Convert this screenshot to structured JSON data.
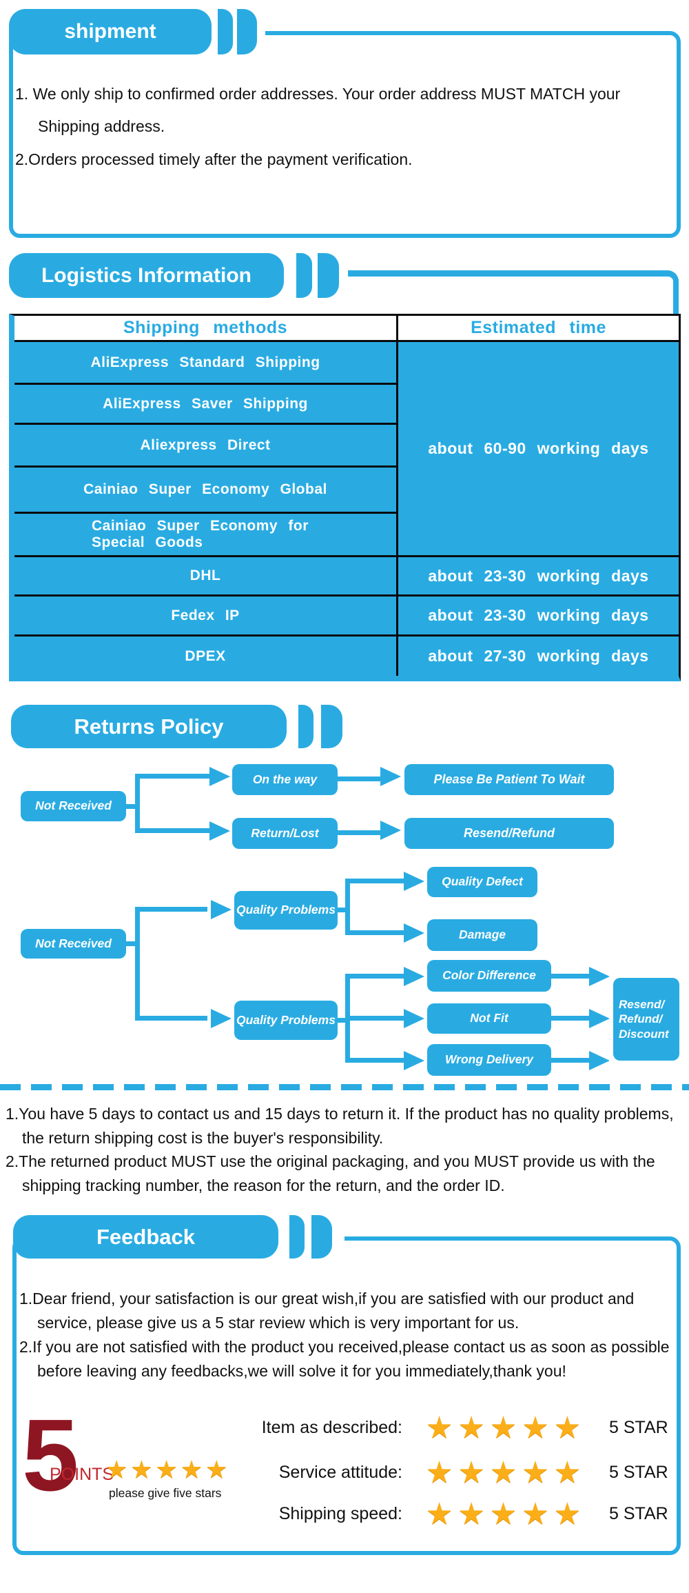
{
  "colors": {
    "primary_blue": "#29ABE2",
    "table_line_black": "#0A0A0A",
    "star_gold": "#FBAE17",
    "points_red": "#C1272D",
    "big_five_maroon": "#8E1622"
  },
  "shipment": {
    "title": "shipment",
    "items": [
      "1. We only ship to confirmed order addresses. Your order address MUST MATCH your Shipping address.",
      "2.Orders processed timely after the payment verification."
    ]
  },
  "logistics": {
    "title": "Logistics Information",
    "table": {
      "headers": [
        "Shipping methods",
        "Estimated time"
      ],
      "merged_group": {
        "methods": [
          "AliExpress Standard Shipping",
          "AliExpress Saver Shipping",
          "Aliexpress Direct",
          "Cainiao Super Economy Global",
          "Cainiao Super Economy for Special Goods"
        ],
        "time": "about 60-90 working days"
      },
      "rows": [
        {
          "method": "DHL",
          "time": "about 23-30 working days"
        },
        {
          "method": "Fedex IP",
          "time": "about 23-30 working days"
        },
        {
          "method": "DPEX",
          "time": "about 27-30 working days"
        }
      ]
    }
  },
  "returns": {
    "title": "Returns Policy",
    "flow1": {
      "start": "Not Received",
      "branch1": {
        "mid": "On the way",
        "end": "Please Be Patient To Wait"
      },
      "branch2": {
        "mid": "Return/Lost",
        "end": "Resend/Refund"
      }
    },
    "flow2": {
      "start": "Not Received",
      "top": {
        "mid": "Quality Problems",
        "end1": "Quality Defect",
        "end2": "Damage"
      },
      "bottom": {
        "mid": "Quality Problems",
        "end1": "Color Difference",
        "end2": "Not Fit",
        "end3": "Wrong Delivery",
        "final": "Resend/\nRefund/\nDiscount"
      }
    },
    "notes": [
      "1.You have 5 days to contact us and 15 days to return it. If the product has no quality problems, the return shipping cost is the buyer's responsibility.",
      "2.The returned product MUST use the original packaging, and you MUST provide us with the shipping tracking number, the reason for the return, and the order ID."
    ]
  },
  "feedback": {
    "title": "Feedback",
    "items": [
      "1.Dear friend, your satisfaction is our great wish,if you are satisfied with our product and service, please give us a 5 star review which is very important for us.",
      "2.If you are not satisfied with the product you received,please contact us as soon as possible before leaving any feedbacks,we will solve it for you immediately,thank you!"
    ],
    "badge": {
      "number": "5",
      "label": "POINTS",
      "caption": "please give five stars"
    },
    "stars_row": "★★★★★",
    "ratings": [
      {
        "label": "Item as described:",
        "value": "5 STAR"
      },
      {
        "label": "Service attitude:",
        "value": "5 STAR"
      },
      {
        "label": "Shipping speed:",
        "value": "5 STAR"
      }
    ]
  }
}
